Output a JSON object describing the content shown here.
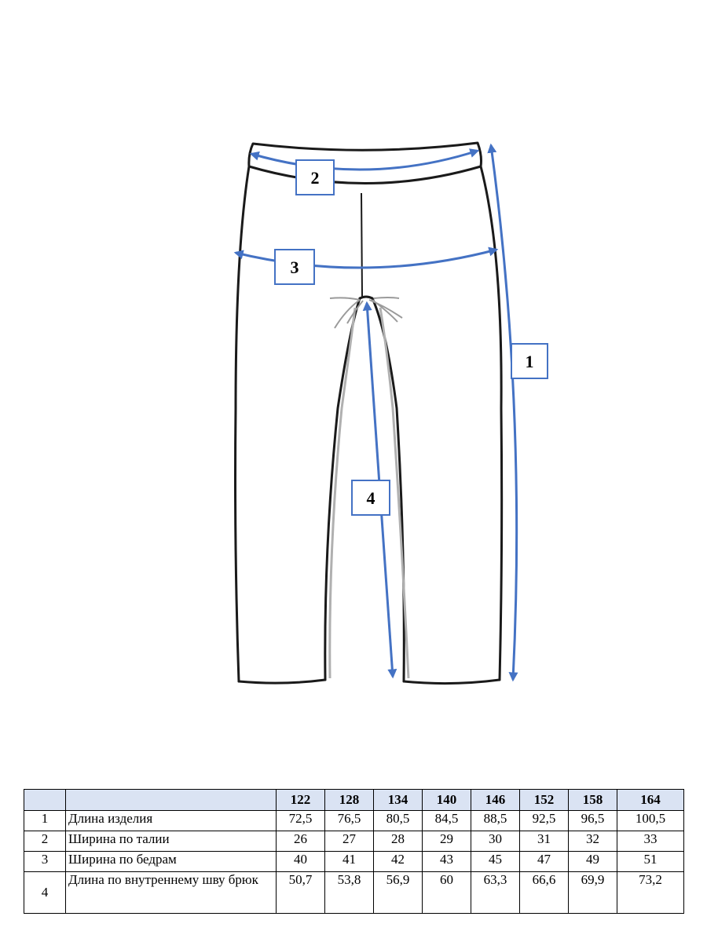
{
  "labels": {
    "one": "1",
    "two": "2",
    "three": "3",
    "four": "4"
  },
  "colors": {
    "arrow": "#4472c4",
    "header_bg": "#dae3f3"
  },
  "table": {
    "corner": "",
    "name_header": "",
    "sizes": [
      "122",
      "128",
      "134",
      "140",
      "146",
      "152",
      "158",
      "164"
    ],
    "rows": [
      {
        "num": "1",
        "name": "Длина изделия",
        "values": [
          "72,5",
          "76,5",
          "80,5",
          "84,5",
          "88,5",
          "92,5",
          "96,5",
          "100,5"
        ]
      },
      {
        "num": "2",
        "name": "Ширина по талии",
        "values": [
          "26",
          "27",
          "28",
          "29",
          "30",
          "31",
          "32",
          "33"
        ]
      },
      {
        "num": "3",
        "name": "Ширина по бедрам",
        "values": [
          "40",
          "41",
          "42",
          "43",
          "45",
          "47",
          "49",
          "51"
        ]
      },
      {
        "num": "4",
        "name": "Длина по внутреннему шву брюк",
        "values": [
          "50,7",
          "53,8",
          "56,9",
          "60",
          "63,3",
          "66,6",
          "69,9",
          "73,2"
        ]
      }
    ]
  }
}
